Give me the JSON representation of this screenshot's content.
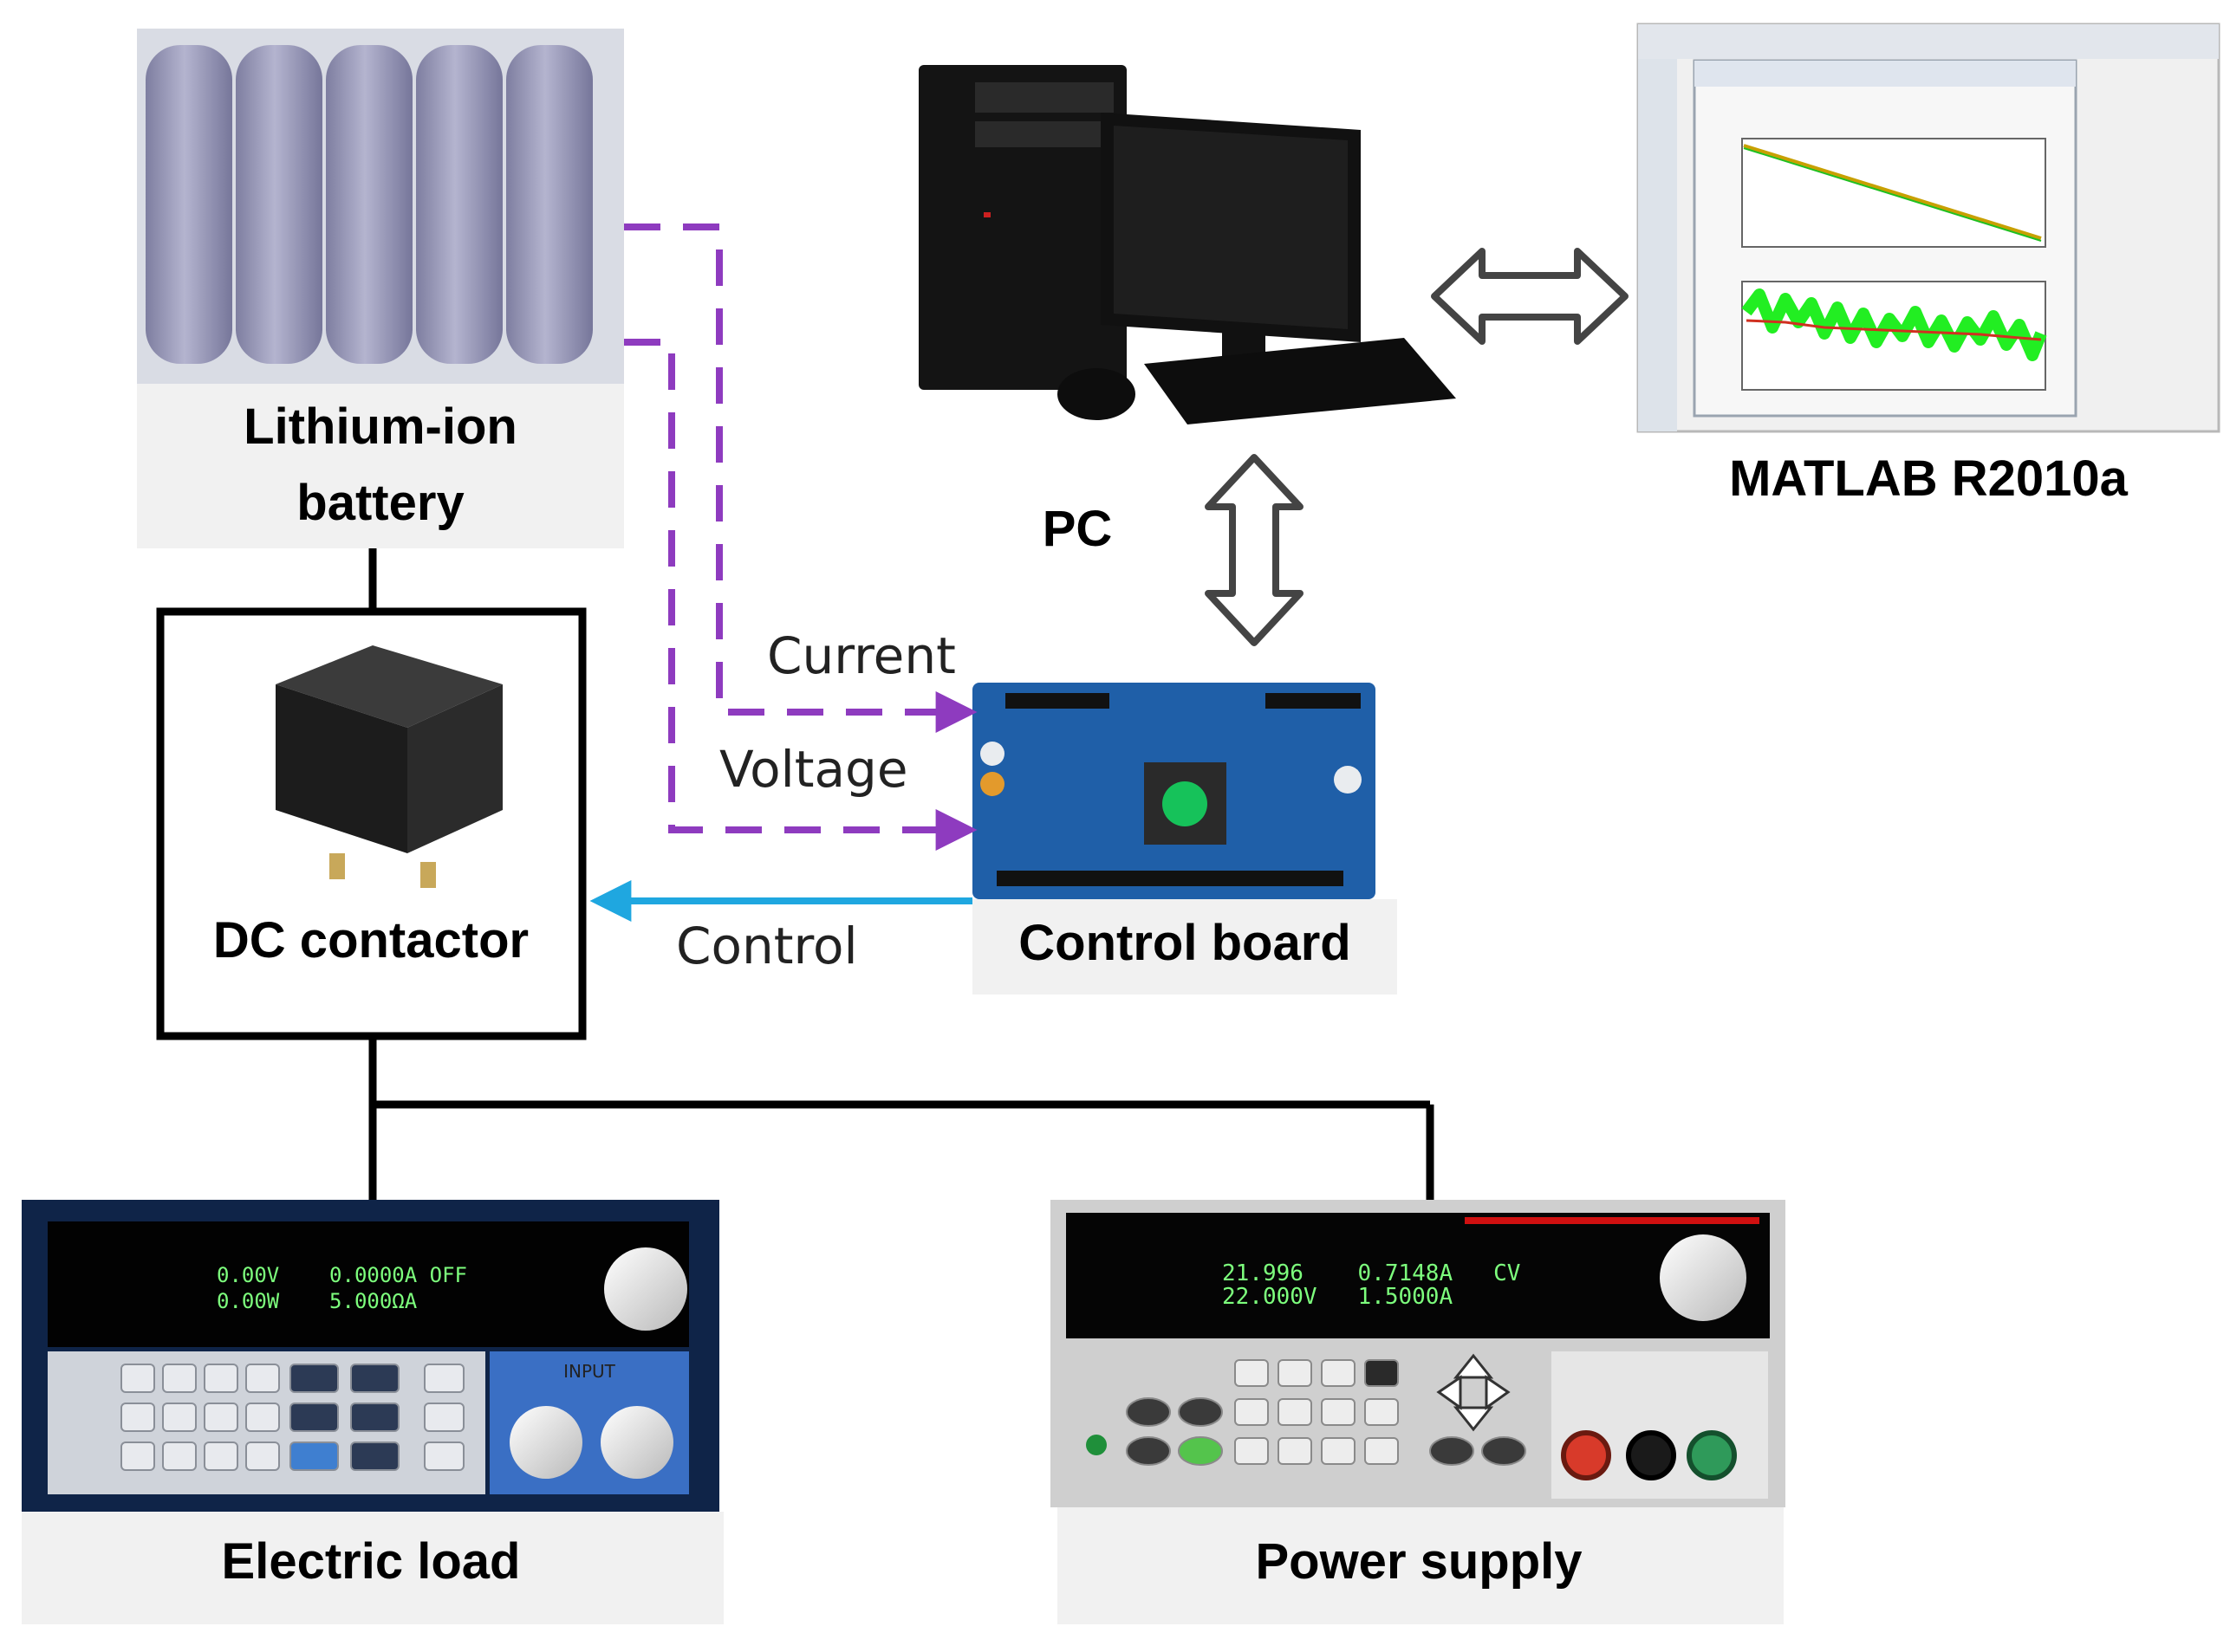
{
  "labels": {
    "battery_line1": "Lithium-ion",
    "battery_line2": "battery",
    "contactor": "DC contactor",
    "control_board": "Control board",
    "pc": "PC",
    "matlab": "MATLAB R2010a",
    "electric_load": "Electric load",
    "power_supply": "Power supply"
  },
  "signals": {
    "current": "Current",
    "voltage": "Voltage",
    "control": "Control"
  },
  "load_display": {
    "line1": "0.00V    0.0000A OFF",
    "line2": "0.00W    5.000ΩA",
    "input_label": "INPUT"
  },
  "supply_display": {
    "line1": "21.996    0.7148A   CV",
    "line2": "22.000V   1.5000A"
  },
  "colors": {
    "signal_lines": "#8e3bbf",
    "control_line": "#1fa7e0",
    "power_lines": "#000000",
    "battery_cell": "#8f8fb0",
    "board": "#1f5fa8"
  }
}
